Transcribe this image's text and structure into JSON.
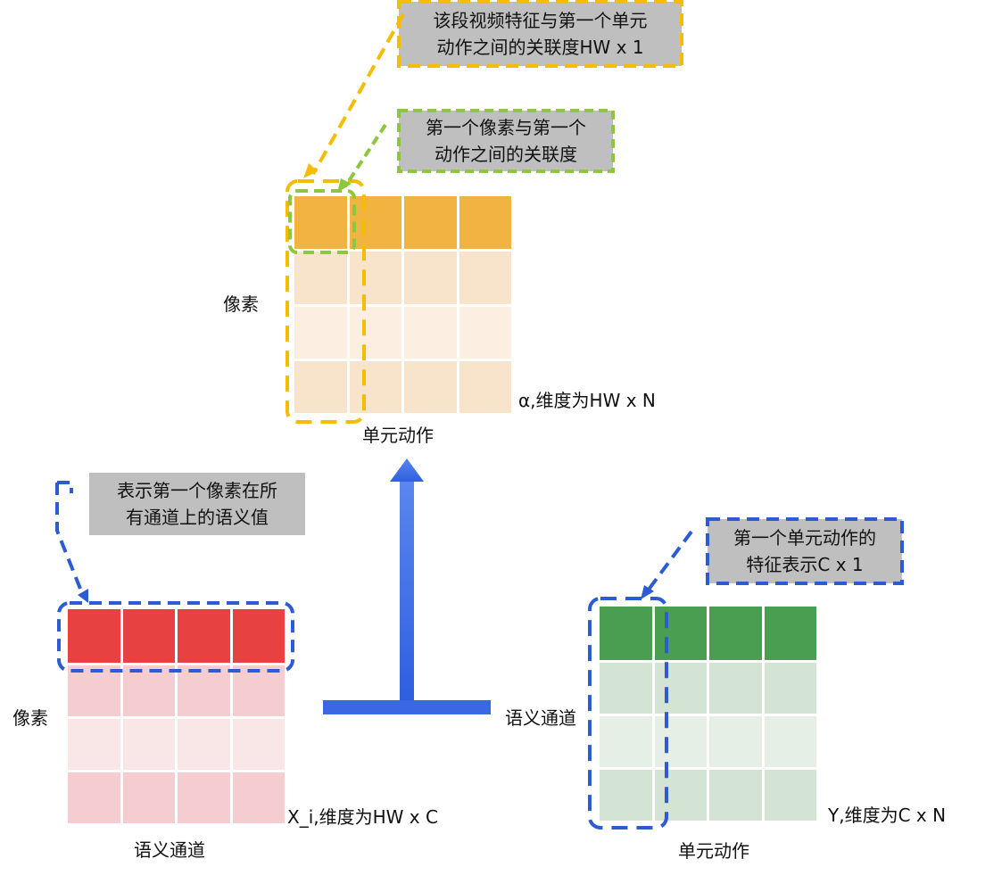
{
  "colors": {
    "orange_top": "#f2b441",
    "orange_light": "#f8e4cb",
    "orange_lighter": "#fcefe2",
    "red_top": "#e84142",
    "red_light": "#f5cdd0",
    "red_lighter": "#f9e6e7",
    "green_top": "#4a9e52",
    "green_light": "#d3e3d4",
    "green_lighter": "#e6efe6",
    "yellow_dash": "#f5bc00",
    "green_dash": "#8dc63f",
    "blue_dash": "#2d5bd4",
    "blue_arrow": "#3a68e2",
    "callout_bg": "#bfbfbf"
  },
  "alpha_block": {
    "row_label": "像素",
    "col_label": "单元动作",
    "dim_label": "α,维度为HW x N"
  },
  "x_block": {
    "row_label": "像素",
    "col_label": "语义通道",
    "dim_label": "X_i,维度为HW x C"
  },
  "y_block": {
    "row_label": "语义通道",
    "col_label": "单元动作",
    "dim_label": "Y,维度为C x N"
  },
  "callouts": {
    "video_unit_relation": {
      "line1": "该段视频特征与第一个单元",
      "line2": "动作之间的关联度HW x 1"
    },
    "pixel_unit_relation": {
      "line1": "第一个像素与第一个",
      "line2": "动作之间的关联度"
    },
    "pixel_semantic_values": {
      "line1": "表示第一个像素在所",
      "line2": "有通道上的语义值"
    },
    "unit_feature": {
      "line1": "第一个单元动作的",
      "line2": "特征表示C x 1"
    }
  },
  "icons": {
    "product_arrow": "up-arrow-t-icon"
  }
}
